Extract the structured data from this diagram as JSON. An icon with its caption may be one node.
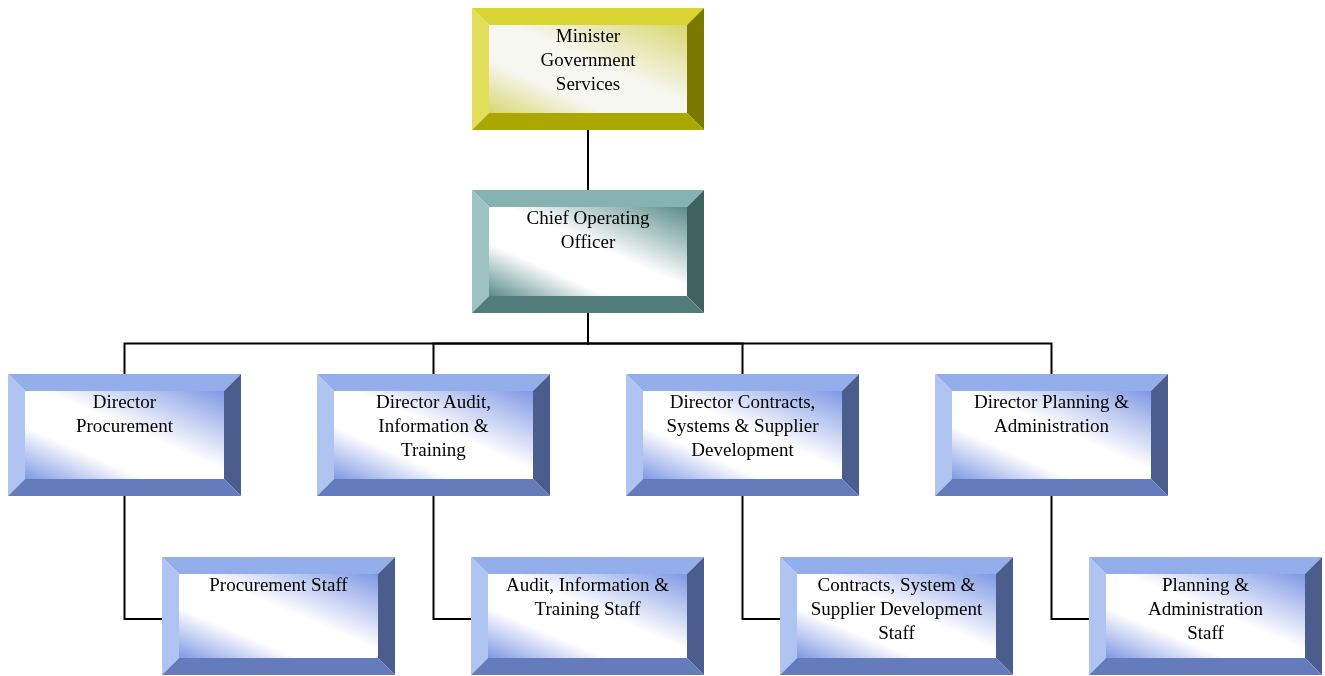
{
  "diagram": {
    "nodes": [
      {
        "text": [
          "Minister Government Services"
        ]
      },
      {
        "text": [
          "Chief Operating Officer"
        ]
      },
      {
        "text": [
          "Director Procurement"
        ]
      },
      {
        "text": [
          "Director Audit, Information & Training"
        ]
      },
      {
        "text": [
          "Director Contracts, Systems & Supplier Development"
        ]
      },
      {
        "text": [
          "Director Planning & Administration"
        ]
      },
      {
        "text": [
          "Procurement Staff"
        ]
      },
      {
        "text": [
          "Audit, Information & Training Staff"
        ]
      },
      {
        "text": [
          "Contracts, System & Supplier Development Staff"
        ]
      },
      {
        "text": [
          "Planning & Administration Staff"
        ]
      }
    ],
    "edges": [
      {
        "from": 0,
        "to": 1,
        "arrow": "none"
      },
      {
        "from": 1,
        "to": 2,
        "arrow": "none"
      },
      {
        "from": 1,
        "to": 3,
        "arrow": "none"
      },
      {
        "from": 1,
        "to": 4,
        "arrow": "none"
      },
      {
        "from": 1,
        "to": 5,
        "arrow": "none"
      },
      {
        "from": 2,
        "to": 6,
        "arrow": "none"
      },
      {
        "from": 3,
        "to": 7,
        "arrow": "none"
      },
      {
        "from": 4,
        "to": 8,
        "arrow": "none"
      },
      {
        "from": 5,
        "to": 9,
        "arrow": "none"
      }
    ]
  }
}
